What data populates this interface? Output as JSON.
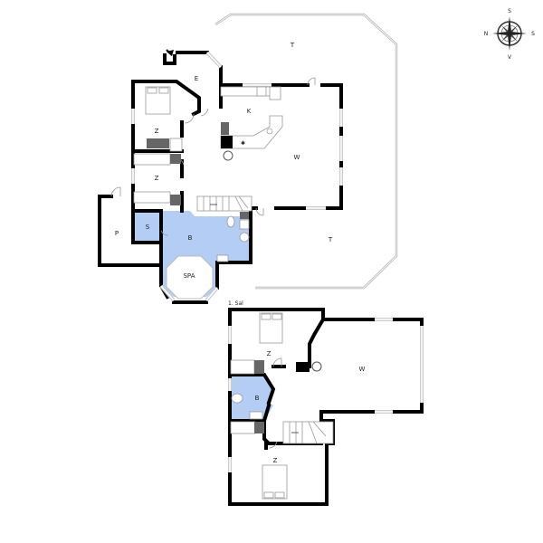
{
  "compass": {
    "labels": {
      "top": "S",
      "left": "N",
      "right": "S",
      "bottom": "V"
    }
  },
  "ground_floor": {
    "rooms": [
      {
        "id": "entry",
        "label": "E"
      },
      {
        "id": "kitchen",
        "label": "K"
      },
      {
        "id": "living",
        "label": "W"
      },
      {
        "id": "bedroom1",
        "label": "Z"
      },
      {
        "id": "bedroom2",
        "label": "Z"
      },
      {
        "id": "storage",
        "label": "S"
      },
      {
        "id": "bath",
        "label": "B"
      },
      {
        "id": "spa",
        "label": "SPA"
      },
      {
        "id": "parking",
        "label": "P"
      },
      {
        "id": "terrace1",
        "label": "T"
      },
      {
        "id": "terrace2",
        "label": "T"
      }
    ]
  },
  "first_floor": {
    "title": "1. Sal",
    "rooms": [
      {
        "id": "bedroom3",
        "label": "Z"
      },
      {
        "id": "living2",
        "label": "W"
      },
      {
        "id": "bath2",
        "label": "B"
      },
      {
        "id": "bedroom4",
        "label": "Z"
      }
    ]
  },
  "colors": {
    "wall": "#000000",
    "wet_room": "#b3cdf5",
    "appliance": "#666666",
    "terrace_outline": "#aaaaaa"
  }
}
